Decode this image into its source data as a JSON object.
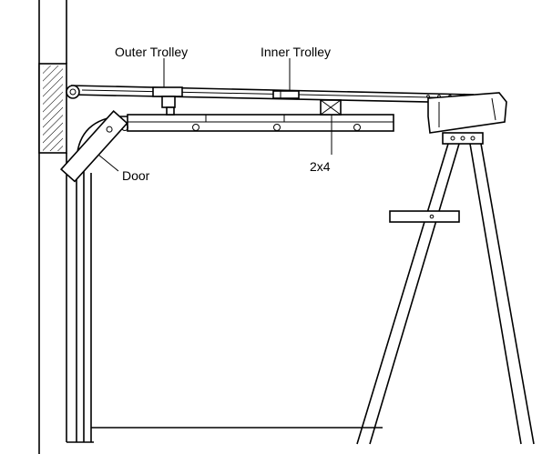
{
  "labels": {
    "outer_trolley": "Outer Trolley",
    "inner_trolley": "Inner Trolley",
    "door": "Door",
    "board": "2x4"
  },
  "colors": {
    "line": "#000000",
    "background": "#ffffff"
  }
}
